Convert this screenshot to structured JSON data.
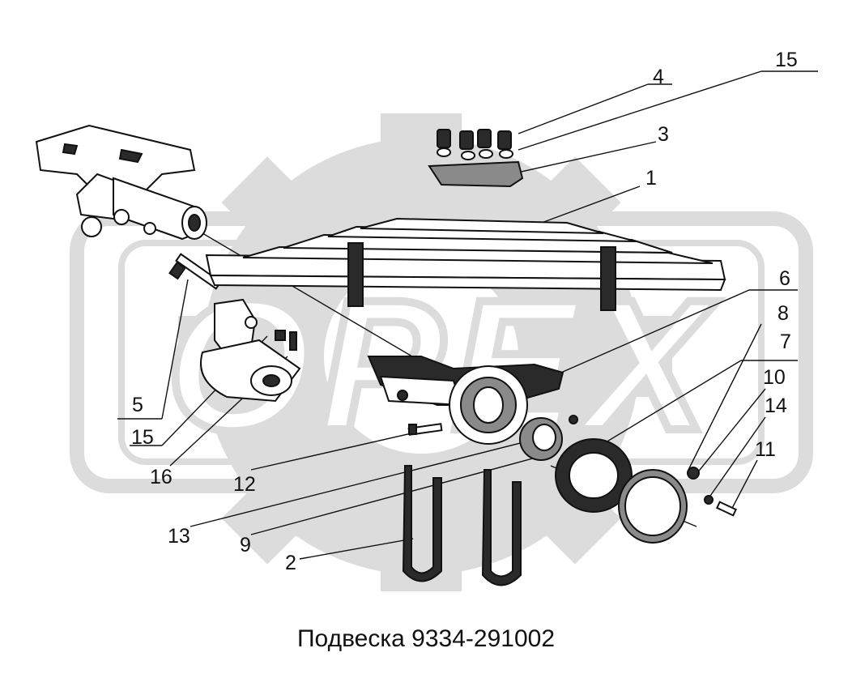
{
  "title": "Подвеска 9334-291002",
  "watermark": "OPEX",
  "colors": {
    "watermark": "#dcdcdc",
    "ink": "#111111",
    "background": "#ffffff"
  },
  "callouts": {
    "c1": "1",
    "c2": "2",
    "c3": "3",
    "c4": "4",
    "c5": "5",
    "c6": "6",
    "c7": "7",
    "c8": "8",
    "c9": "9",
    "c10": "10",
    "c11": "11",
    "c12": "12",
    "c13": "13",
    "c14": "14",
    "c15a": "15",
    "c15b": "15",
    "c16": "16"
  }
}
